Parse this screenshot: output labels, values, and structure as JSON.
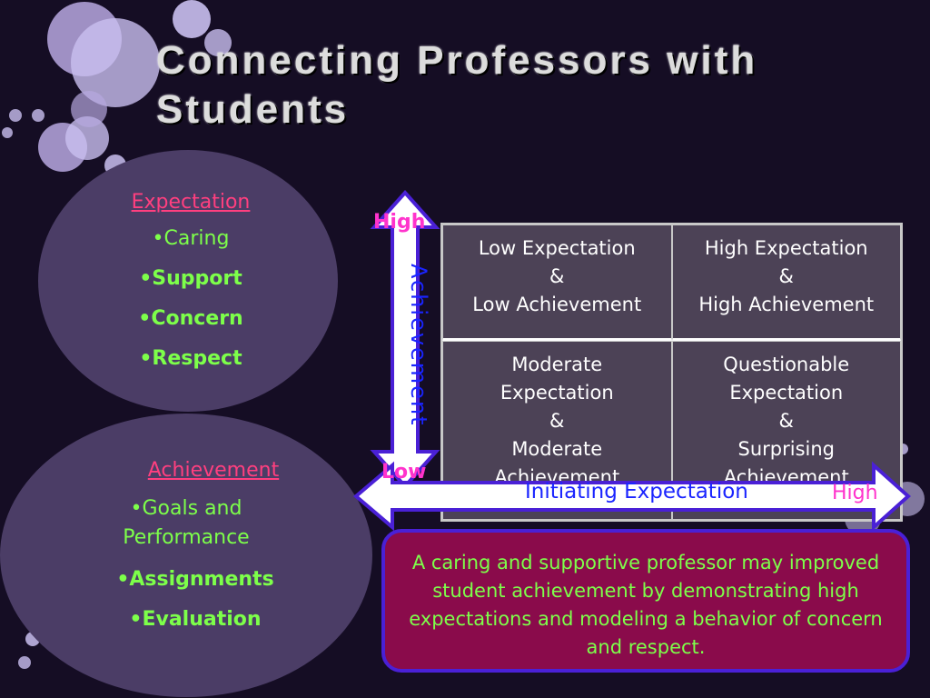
{
  "slide": {
    "title": "Connecting Professors with Students"
  },
  "expectation": {
    "heading": "Expectation",
    "items": [
      "•Caring",
      "•Support",
      "•Concern",
      "•Respect"
    ]
  },
  "achievement": {
    "heading": "Achievement",
    "items": [
      "•Goals and Performance",
      "•Assignments",
      "•Evaluation"
    ]
  },
  "axes": {
    "y_label": "Achievement",
    "y_high": "High",
    "y_low": "Low",
    "x_label": "Initiating Expectation",
    "x_high": "High"
  },
  "matrix": {
    "cells": [
      "Low Expectation\n&\nLow Achievement",
      "High Expectation\n&\nHigh Achievement",
      "Moderate\nExpectation\n&\nModerate\nAchievement",
      "Questionable\nExpectation\n&\nSurprising\nAchievement"
    ]
  },
  "note": {
    "text": "A caring and supportive professor may improved student achievement by demonstrating high expectations and modeling a behavior of concern and respect."
  },
  "colors": {
    "background": "#150d24",
    "accent_green": "#7dff4a",
    "accent_pink": "#ff3f7f",
    "axis_blue": "#1a24ff",
    "note_bg": "#8a0b4b"
  }
}
